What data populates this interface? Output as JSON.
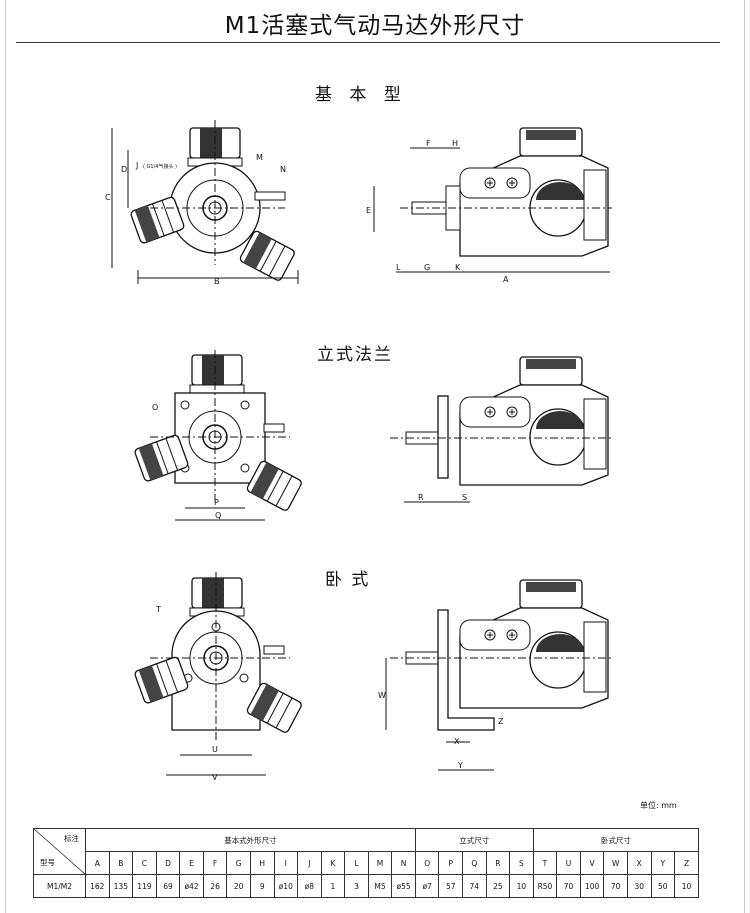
{
  "title": "M1活塞式气动马达外形尺寸",
  "sections": {
    "basic": "基 本 型",
    "flange": "立式法兰",
    "horizontal": "卧   式"
  },
  "labels": {
    "basic_front": {
      "C": "C",
      "D": "D",
      "J": "J",
      "J_note": "( G1/4气接头 )",
      "M": "M",
      "N": "N",
      "B": "B"
    },
    "basic_side": {
      "F": "F",
      "H": "H",
      "E": "E",
      "L": "L",
      "G": "G",
      "K": "K",
      "A": "A"
    },
    "flange_front": {
      "O": "O",
      "P": "P",
      "Q": "Q"
    },
    "flange_side": {
      "R": "R",
      "S": "S"
    },
    "horiz_front": {
      "T": "T",
      "U": "U",
      "V": "V"
    },
    "horiz_side": {
      "W": "W",
      "Z": "Z",
      "X": "X",
      "Y": "Y"
    }
  },
  "unit_note": "单位: mm",
  "table": {
    "corner_top": "标注",
    "corner_bottom": "型号",
    "group_basic": "基本式外形尺寸",
    "group_flange": "立式尺寸",
    "group_horizontal": "卧式尺寸",
    "headers": [
      "A",
      "B",
      "C",
      "D",
      "E",
      "F",
      "G",
      "H",
      "I",
      "J",
      "K",
      "L",
      "M",
      "N",
      "O",
      "P",
      "Q",
      "R",
      "S",
      "T",
      "U",
      "V",
      "W",
      "X",
      "Y",
      "Z"
    ],
    "model": "M1/M2",
    "values": [
      "162",
      "135",
      "119",
      "69",
      "ø42",
      "26",
      "20",
      "9",
      "ø10",
      "ø8",
      "1",
      "3",
      "M5",
      "ø55",
      "ø7",
      "57",
      "74",
      "25",
      "10",
      "R50",
      "70",
      "100",
      "70",
      "30",
      "50",
      "10"
    ]
  }
}
